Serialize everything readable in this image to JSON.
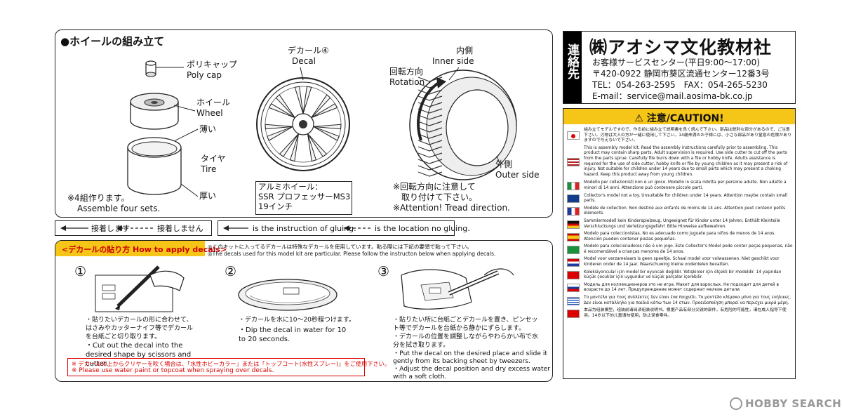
{
  "assembly": {
    "title": "●ホイールの組み立て",
    "polycap_jp": "ポリキャップ",
    "polycap_en": "Poly cap",
    "wheel_jp": "ホイール",
    "wheel_en": "Wheel",
    "thin": "薄い",
    "tire_jp": "タイヤ",
    "tire_en": "Tire",
    "thick": "厚い",
    "sets_jp": "※4組作ります。",
    "sets_en": "Assemble four sets.",
    "decal_jp": "デカール④",
    "decal_en": "Decal",
    "rim_line1": "アルミホイール：",
    "rim_line2": "SSR プロフェッサーMS3",
    "rim_line3": "19インチ",
    "inner_jp": "内側",
    "inner_en": "Inner side",
    "rotation_jp": "回転方向",
    "rotation_en": "Rotation",
    "outer_jp": "外側",
    "outer_en": "Outer side",
    "tread_jp1": "※回転方向に注意して",
    "tread_jp2": "取り付けて下さい。",
    "tread_en": "※Attention! Tread direction."
  },
  "legend": {
    "glue_jp": "接着します",
    "noglue_jp": "接着しません",
    "glue_en": "is the instruction of gluing.",
    "noglue_en": "is the location no gluing."
  },
  "decals": {
    "header": "<デカールの貼り方 How to apply decals>",
    "note_jp": "◎このキットに入ってるデカールは特殊なデカールを使用しています。貼る際には下記の要領で貼って下さい。",
    "note_en": "◎The decals used for this model kit are particular. Please follow the instructon below when applying decals.",
    "step1_num": "①",
    "step1_jp": "・貼りたいデカールの形に合わせて、はさみやカッターナイフ等でデカールを台紙ごと切り取ります。",
    "step1_en": "・Cut out the decal into the desired shape by scissors and cutter.",
    "step2_num": "②",
    "step2_jp": "・デカールを水に10〜20秒程つけます。",
    "step2_en": "・Dip the decal in water for 10 to 20 seconds.",
    "step3_num": "③",
    "step3_jp1": "・貼りたい所に台紙ごとデカールを置き、ピンセット等でデカールを台紙から静かにずらします。",
    "step3_jp2": "・デカールの位置を調整しながらやわらかい布で水分を拭き取ります。",
    "step3_en1": "・Put the decal on the desired place and slide it gently from its backing sheet by tweezers.",
    "step3_en2": "・Adjust the decal position and dry excess water with a soft cloth.",
    "warn_jp": "※ デカールの上からクリヤーを吹く場合は、「水性ホビーカラー」または「トップコート(水性スプレー)」をご使用下さい。",
    "warn_en": "※ Please use water paint or topcoat when spraying over decals."
  },
  "contact": {
    "label": "連絡先",
    "company": "㈱アオシマ文化教材社",
    "center": "お客様サービスセンター(平日9:00〜17:00)",
    "address": "〒420-0922 静岡市葵区流通センター12番3号",
    "tel_fax": "TEL：054-263-2595　FAX：054-265-5230",
    "email": "E-mail：service@mail.aosima-bk.co.jp"
  },
  "caution": {
    "title": "⚠ 注意/CAUTION!",
    "items": [
      {
        "flag": "jp",
        "text": "組み立てモデルですので、作る前に組み立て説明書を良く読んで下さい。部品は鋭利な部分があるので、ご注意下さい。刃物は大人の方が一緒に使用して下さい。14歳未満のお子様には、小さな部品があり窒息の危険がありますので与えないで下さい。"
      },
      {
        "flag": "us",
        "text": "This is assembly model kit. Read the assembly instructions carefully prior to assembling. This product may contain sharp parts. Adult supervision is required. Use side cutter to cut off the parts from the parts sprue. Carefully file burrs down with a file or hobby knife. Adults assistance is required for the use of side cutter, hobby knife or file by young children as it may present a risk of injury. Not suitable for children under 14 years due to small parts which may present a choking hazard. Keep this product away from young children."
      },
      {
        "flag": "it",
        "text": "Modello per collezionisti non è un gioco. Modello in scala ridotta per persone adulte. Non adatto a minori di 14 anni. Attenzione può contenere piccole parti."
      },
      {
        "flag": "gb",
        "text": "Collector's model not a toy. Unsuitable for children under 14 years. Attention maybe contain small parts."
      },
      {
        "flag": "fr",
        "text": "Modèle de collection. Non destiné aux enfants de moins de 14 ans. Attention peut contenir petits éléments."
      },
      {
        "flag": "de",
        "text": "Sammlermodell kein Kinderspielzeug. Ungeeignet für Kinder unter 14 Jahren. Enthält Kleinteile Verschluckungs und Verletzungsgefahr! Bitte Hinweise aufbewahren."
      },
      {
        "flag": "es",
        "text": "Modelo para coleccionistas. No es adecuado como juguete para niños de menos de 14 anos. Atención pueden contener piezas pequeñas."
      },
      {
        "flag": "br",
        "text": "Modelo para colecionadores não é um jogo. Este Collector's Model pode conter peças pequenas, não é recomendável a crianças menores de 14 anos."
      },
      {
        "flag": "nl",
        "text": "Model voor verzamelaars is geen speeltje. Schaal model voor volwassenen. Niet geschikt voor kinderen onder de 14 jaar. Waarschuwing kleine onderdelen bevatten."
      },
      {
        "flag": "tr",
        "text": "Koleksiyoncular için model bir oyuncak değildir. Yetişkinler için ölçekli bir modeldir. 14 yaşından küçük çocuklar için uygundur ve küçük parçalar içerebilir."
      },
      {
        "flag": "ru",
        "text": "Модель для коллекционеров это не игра. Макет для взрослых. Не подходит для детей в возрасте до 14 лет. Предупреждение может содержат мелкие детали."
      },
      {
        "flag": "gr",
        "text": "Το μοντέλο για τους συλλέκτες δεν είναι ένα παιχνίδι. Το μοντέλο κλίμακα μόνο για τους ενήλικες. Δεν είναι κατάλληλο για παιδιά κάτω των 14 ετών. Προειδοποίηση μπορεί να περιέχει μικρά μέρη."
      },
      {
        "flag": "cn",
        "text": "本品为组装模型，组装前请阅读组装说明书。根据产品有部分尖锐的部件，有危险的可能性，请在成人指导下使用。14岁以下的儿童请勿使用，防止误食零件。"
      }
    ]
  },
  "watermark": "HOBBY SEARCH"
}
